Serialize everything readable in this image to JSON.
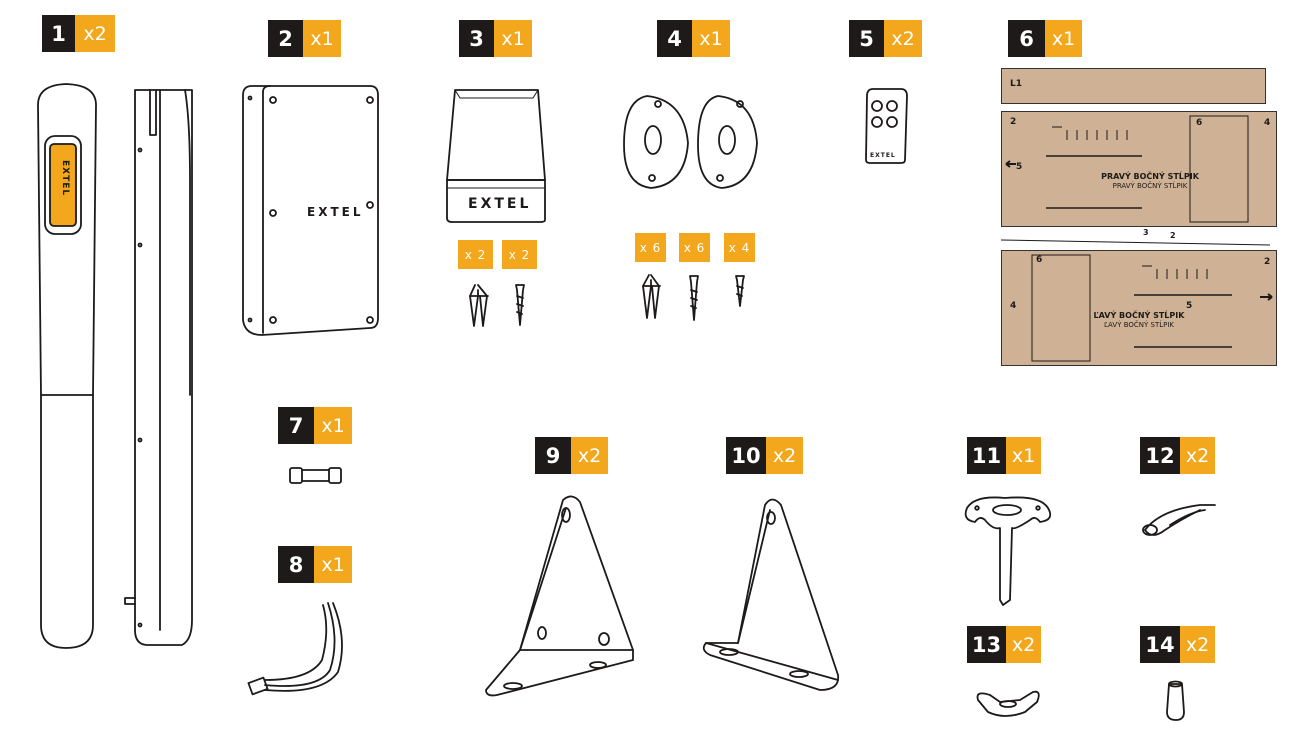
{
  "items": [
    {
      "num": "1",
      "qty": "x2"
    },
    {
      "num": "2",
      "qty": "x1"
    },
    {
      "num": "3",
      "qty": "x1"
    },
    {
      "num": "4",
      "qty": "x1"
    },
    {
      "num": "5",
      "qty": "x2"
    },
    {
      "num": "6",
      "qty": "x1"
    },
    {
      "num": "7",
      "qty": "x1"
    },
    {
      "num": "8",
      "qty": "x1"
    },
    {
      "num": "9",
      "qty": "x2"
    },
    {
      "num": "10",
      "qty": "x2"
    },
    {
      "num": "11",
      "qty": "x1"
    },
    {
      "num": "12",
      "qty": "x2"
    },
    {
      "num": "13",
      "qty": "x2"
    },
    {
      "num": "14",
      "qty": "x2"
    }
  ],
  "hardware": {
    "item3": [
      "x 2",
      "x 2"
    ],
    "item4": [
      "x 6",
      "x 6",
      "x 4"
    ]
  },
  "brand": "EXTEL",
  "template": {
    "right_title": "PRAVÝ BOČNÝ STĹPIK",
    "right_sub": "PRAVÝ BOČNÝ STĹPIK",
    "left_title": "ĽAVÝ BOČNÝ STĹPIK",
    "left_sub": "ĽAVÝ BOČNÝ STĹPIK",
    "markers": [
      "L1",
      "2",
      "5",
      "6",
      "4",
      "3",
      "2",
      "6",
      "2",
      "5",
      "4"
    ]
  },
  "colors": {
    "accent": "#f2a71c",
    "dark": "#1d1a19",
    "template": "#cfb295"
  }
}
